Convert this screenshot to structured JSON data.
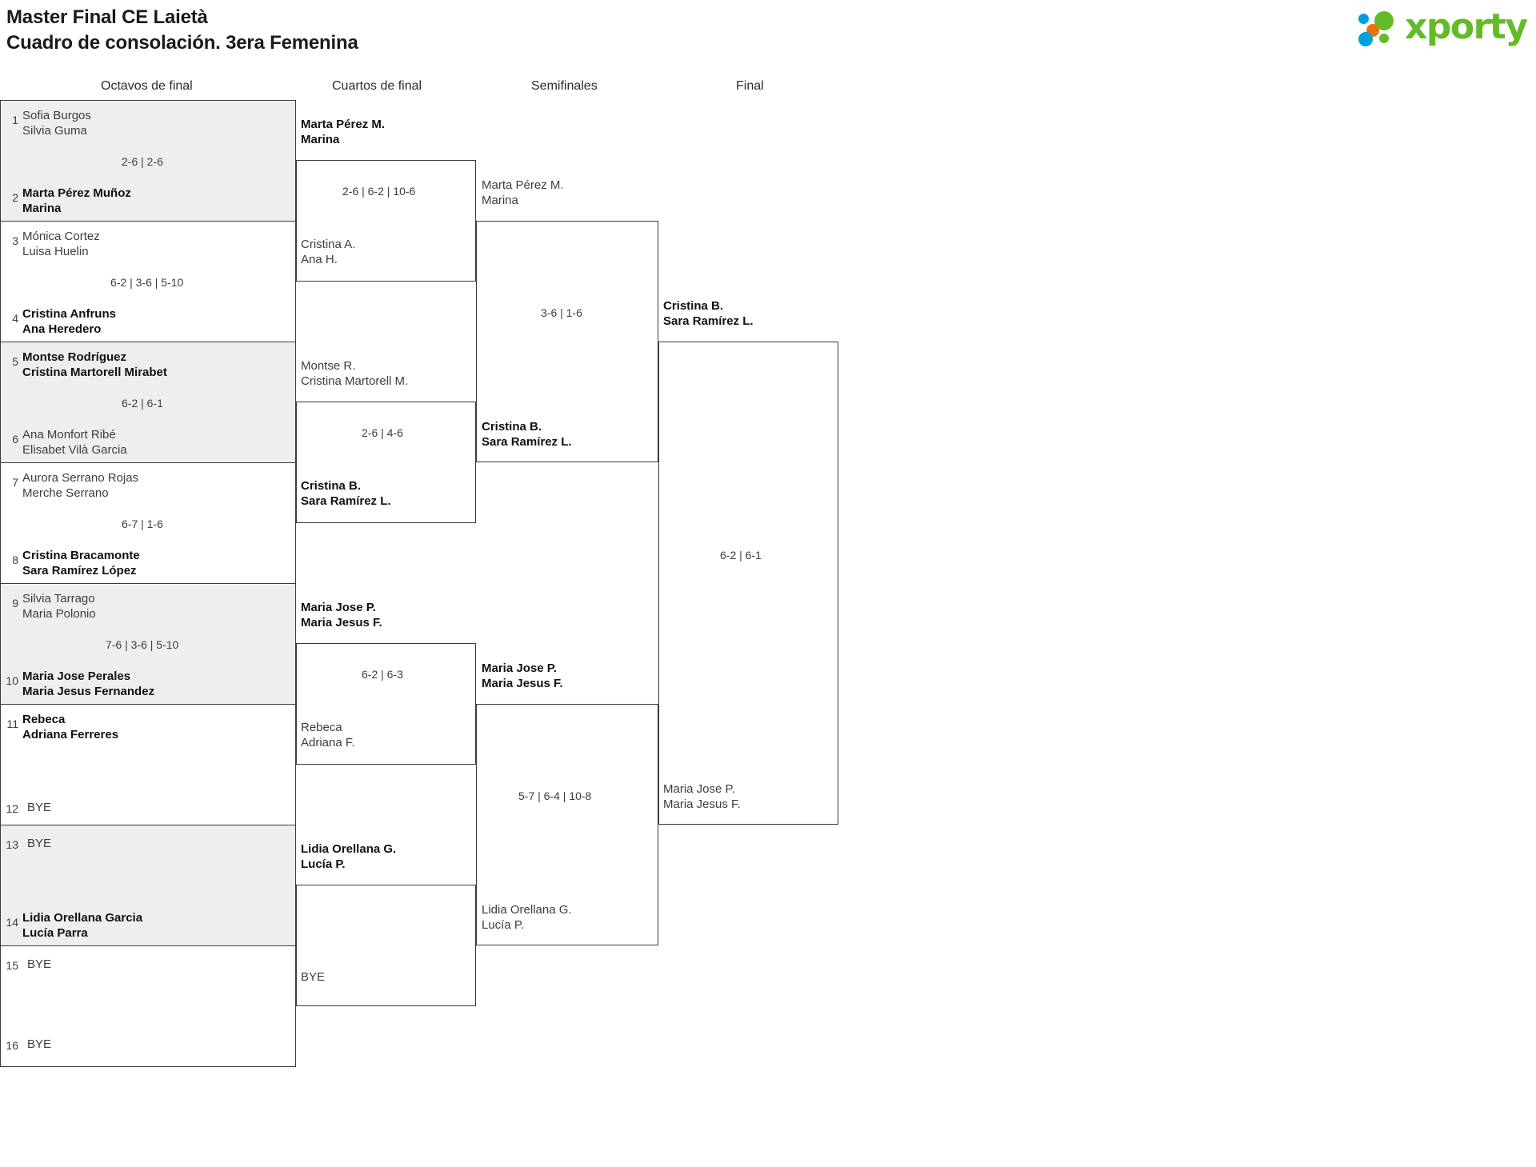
{
  "header": {
    "title_line1": "Master Final CE Laietà",
    "title_line2": "Cuadro de consolación. 3era Femenina",
    "logo_word": "xporty",
    "logo_colors": {
      "blue": "#00a0df",
      "orange": "#e8730c",
      "green": "#63bb26"
    }
  },
  "rounds": [
    {
      "key": "r16",
      "label": "Octavos de final"
    },
    {
      "key": "qf",
      "label": "Cuartos de final"
    },
    {
      "key": "sf",
      "label": "Semifinales"
    },
    {
      "key": "f",
      "label": "Final"
    }
  ],
  "colors": {
    "band": "#eeeeee",
    "line": "#3a3a3a",
    "text": "#3d3d3d",
    "winner": "#111111"
  },
  "labels": {
    "bye": "BYE"
  },
  "r16": {
    "seeds": [
      "1",
      "2",
      "3",
      "4",
      "5",
      "6",
      "7",
      "8",
      "9",
      "10",
      "11",
      "12",
      "13",
      "14",
      "15",
      "16"
    ],
    "entries": [
      {
        "seed": "1",
        "p1": "Sofia Burgos",
        "p2": "Silvia Guma",
        "winner": false
      },
      {
        "seed": "2",
        "p1": "Marta Pérez Muñoz",
        "p2": "Marina",
        "winner": true
      },
      {
        "seed": "3",
        "p1": "Mónica Cortez",
        "p2": "Luisa Huelin",
        "winner": false
      },
      {
        "seed": "4",
        "p1": "Cristina Anfruns",
        "p2": "Ana Heredero",
        "winner": true
      },
      {
        "seed": "5",
        "p1": "Montse Rodríguez",
        "p2": "Cristina Martorell Mirabet",
        "winner": true
      },
      {
        "seed": "6",
        "p1": "Ana Monfort Ribé",
        "p2": "Elisabet Vilà Garcia",
        "winner": false
      },
      {
        "seed": "7",
        "p1": "Aurora Serrano Rojas",
        "p2": "Merche Serrano",
        "winner": false
      },
      {
        "seed": "8",
        "p1": "Cristina Bracamonte",
        "p2": "Sara Ramírez López",
        "winner": true
      },
      {
        "seed": "9",
        "p1": "Silvia Tarrago",
        "p2": "Maria Polonio",
        "winner": false
      },
      {
        "seed": "10",
        "p1": "Maria Jose Perales",
        "p2": "Maria Jesus Fernandez",
        "winner": true
      },
      {
        "seed": "11",
        "p1": "Rebeca",
        "p2": "Adriana Ferreres",
        "winner": true
      },
      {
        "seed": "12",
        "p1": "BYE",
        "p2": "",
        "winner": false
      },
      {
        "seed": "13",
        "p1": "BYE",
        "p2": "",
        "winner": false
      },
      {
        "seed": "14",
        "p1": "Lidia Orellana Garcia",
        "p2": "Lucía Parra",
        "winner": true
      },
      {
        "seed": "15",
        "p1": "BYE",
        "p2": "",
        "winner": false
      },
      {
        "seed": "16",
        "p1": "BYE",
        "p2": "",
        "winner": false
      }
    ],
    "scores": [
      "2-6 | 2-6",
      "6-2 | 3-6 | 5-10",
      "6-2 | 6-1",
      "6-7 | 1-6",
      "7-6 | 3-6 | 5-10",
      "",
      "",
      ""
    ]
  },
  "qf": {
    "entries": [
      {
        "p1": "Marta Pérez M.",
        "p2": "Marina",
        "winner": true
      },
      {
        "p1": "Cristina A.",
        "p2": "Ana H.",
        "winner": false
      },
      {
        "p1": "Montse R.",
        "p2": "Cristina Martorell M.",
        "winner": false
      },
      {
        "p1": "Cristina B.",
        "p2": "Sara Ramírez L.",
        "winner": true
      },
      {
        "p1": "Maria Jose P.",
        "p2": "Maria Jesus F.",
        "winner": true
      },
      {
        "p1": "Rebeca",
        "p2": "Adriana F.",
        "winner": false
      },
      {
        "p1": "Lidia Orellana G.",
        "p2": "Lucía P.",
        "winner": true
      },
      {
        "p1": "BYE",
        "p2": "",
        "winner": false
      }
    ],
    "scores": [
      "2-6 | 6-2 | 10-6",
      "2-6 | 4-6",
      "6-2 | 6-3",
      ""
    ]
  },
  "sf": {
    "entries": [
      {
        "p1": "Marta Pérez M.",
        "p2": "Marina",
        "winner": false
      },
      {
        "p1": "Cristina B.",
        "p2": "Sara Ramírez L.",
        "winner": true
      },
      {
        "p1": "Maria Jose P.",
        "p2": "Maria Jesus F.",
        "winner": true
      },
      {
        "p1": "Lidia Orellana G.",
        "p2": "Lucía P.",
        "winner": false
      }
    ],
    "scores": [
      "3-6 | 1-6",
      "5-7 | 6-4 | 10-8"
    ]
  },
  "f": {
    "entries": [
      {
        "p1": "Cristina B.",
        "p2": "Sara Ramírez L.",
        "winner": true
      },
      {
        "p1": "Maria Jose P.",
        "p2": "Maria Jesus F.",
        "winner": false
      }
    ],
    "scores": [
      "6-2 | 6-1"
    ]
  }
}
